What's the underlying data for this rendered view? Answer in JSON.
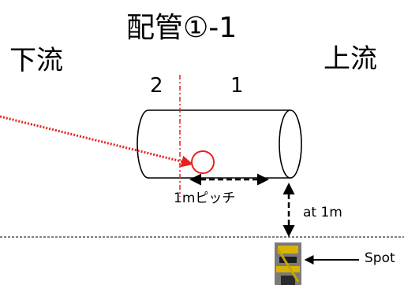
{
  "title": "配管①-1",
  "downstream_label": "下流",
  "upstream_label": "上流",
  "position_labels": [
    "2",
    "1"
  ],
  "pitch_label": "1mピッチ",
  "distance_label": "at 1m",
  "spot_label": "Spot",
  "colors": {
    "marker": "#e8211c",
    "outline": "#000000",
    "background": "#ffffff"
  }
}
